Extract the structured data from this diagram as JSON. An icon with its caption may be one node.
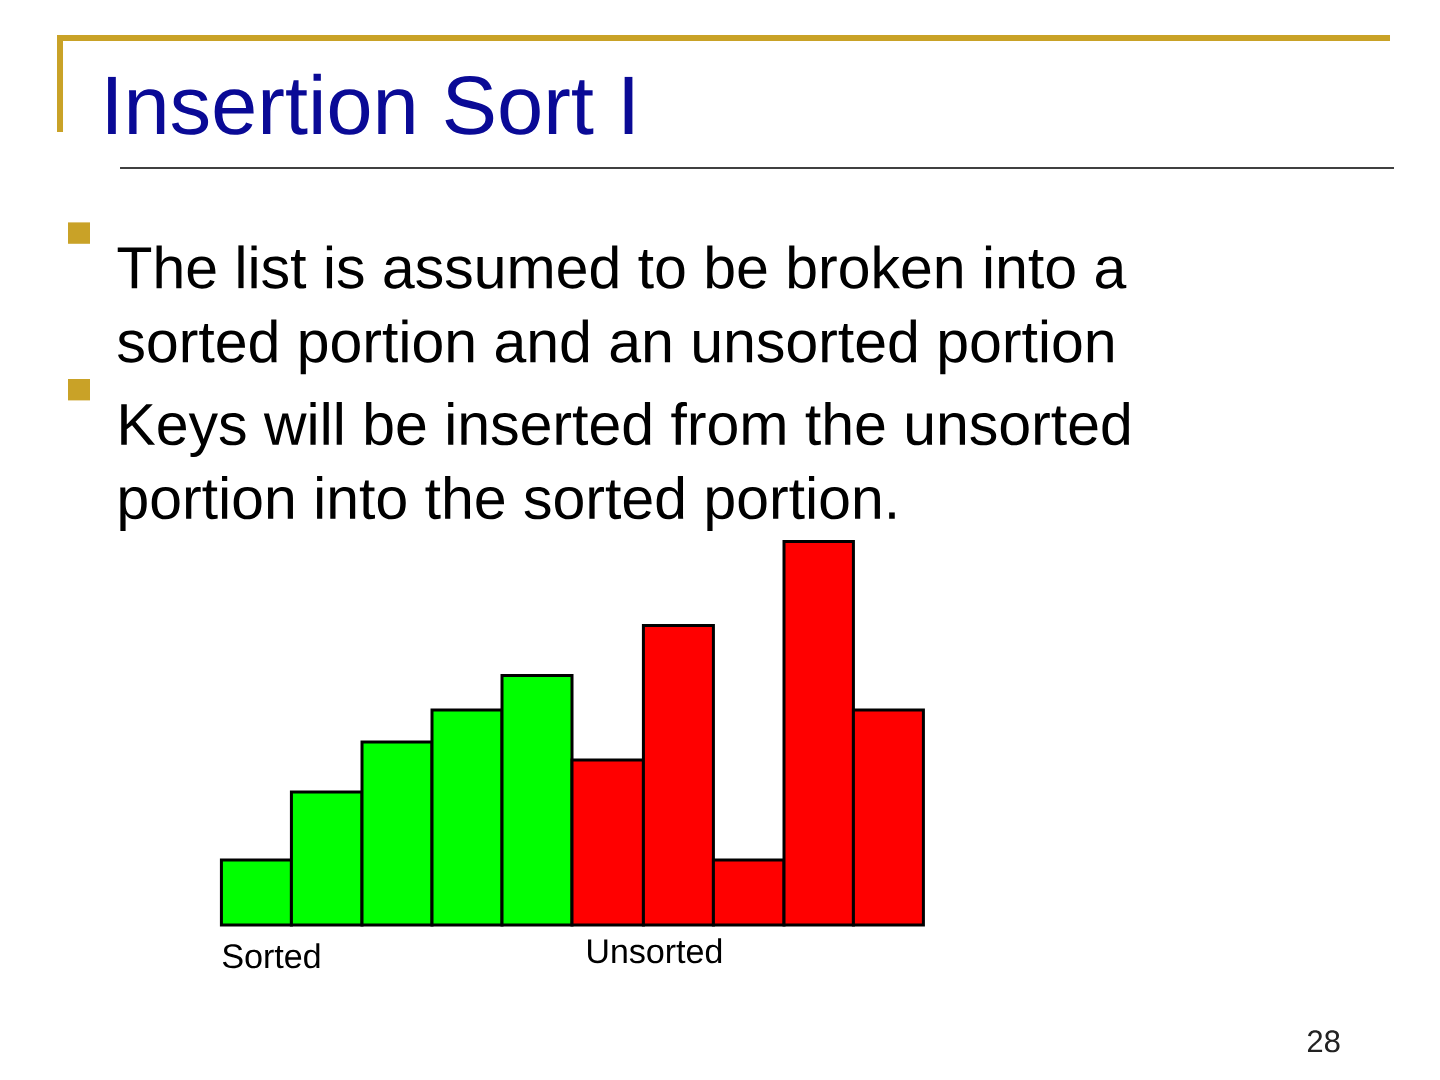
{
  "diagram": {
    "title": "Insertion Sort I",
    "labels": [
      "The list is assumed to be broken into a sorted portion and an unsorted portion",
      "Keys will be inserted from the unsorted portion into the sorted portion.",
      "Sorted",
      "Unsorted",
      "28"
    ]
  }
}
